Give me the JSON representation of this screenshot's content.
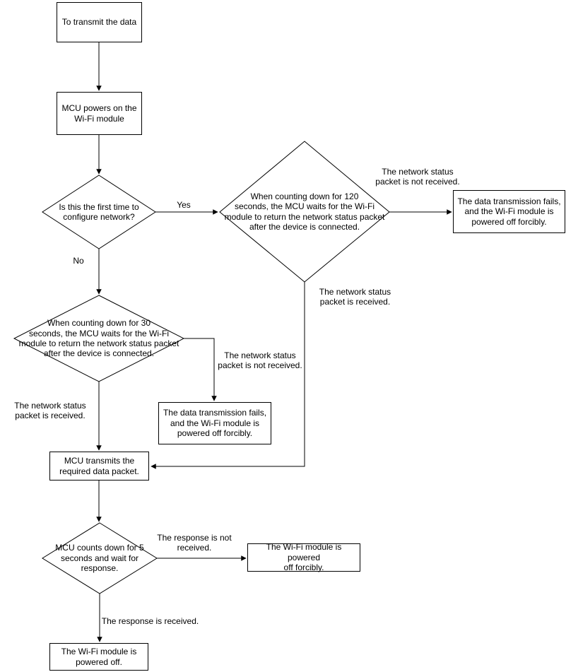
{
  "diagram_type": "flowchart",
  "colors": {
    "background": "#ffffff",
    "node_fill": "#ffffff",
    "stroke": "#000000",
    "text": "#000000"
  },
  "nodes": {
    "start": {
      "label": "To transmit the data",
      "shape": "rectangle"
    },
    "power_on": {
      "label": "MCU powers on the\nWi-Fi module",
      "shape": "rectangle"
    },
    "first_time": {
      "label": "Is this the first time to\nconfigure network?",
      "shape": "diamond"
    },
    "countdown_120": {
      "label": "When counting down for 120\nseconds, the MCU waits for the Wi-Fi\nmodule to return the network status packet\nafter the device is connected.",
      "shape": "diamond"
    },
    "countdown_30": {
      "label": "When counting down for 30\nseconds, the MCU waits for the Wi-Fi\nmodule to return the network status packet\nafter the device is connected.",
      "shape": "diamond"
    },
    "fail_right": {
      "label": "The data transmission fails,\nand the Wi-Fi module is\npowered off forcibly.",
      "shape": "rectangle"
    },
    "fail_mid": {
      "label": "The data transmission fails,\nand the Wi-Fi module is\npowered off forcibly.",
      "shape": "rectangle"
    },
    "transmit_packet": {
      "label": "MCU transmits the\nrequired data packet.",
      "shape": "rectangle"
    },
    "countdown_5": {
      "label": "MCU counts down for 5\nseconds and wait for\nresponse.",
      "shape": "diamond"
    },
    "poweroff_forcibly": {
      "label": "The Wi-Fi module is powered\noff forcibly.",
      "shape": "rectangle"
    },
    "poweroff": {
      "label": "The Wi-Fi module is\npowered off.",
      "shape": "rectangle"
    }
  },
  "edge_labels": {
    "yes": "Yes",
    "no": "No",
    "status_not_received_120": "The network status\npacket is not received.",
    "status_received_120": "The network status\npacket is received.",
    "status_not_received_30": "The network status\npacket is not received.",
    "status_received_30": "The network status\npacket is received.",
    "response_not_received": "The response is not\nreceived.",
    "response_received": "The response is received."
  }
}
